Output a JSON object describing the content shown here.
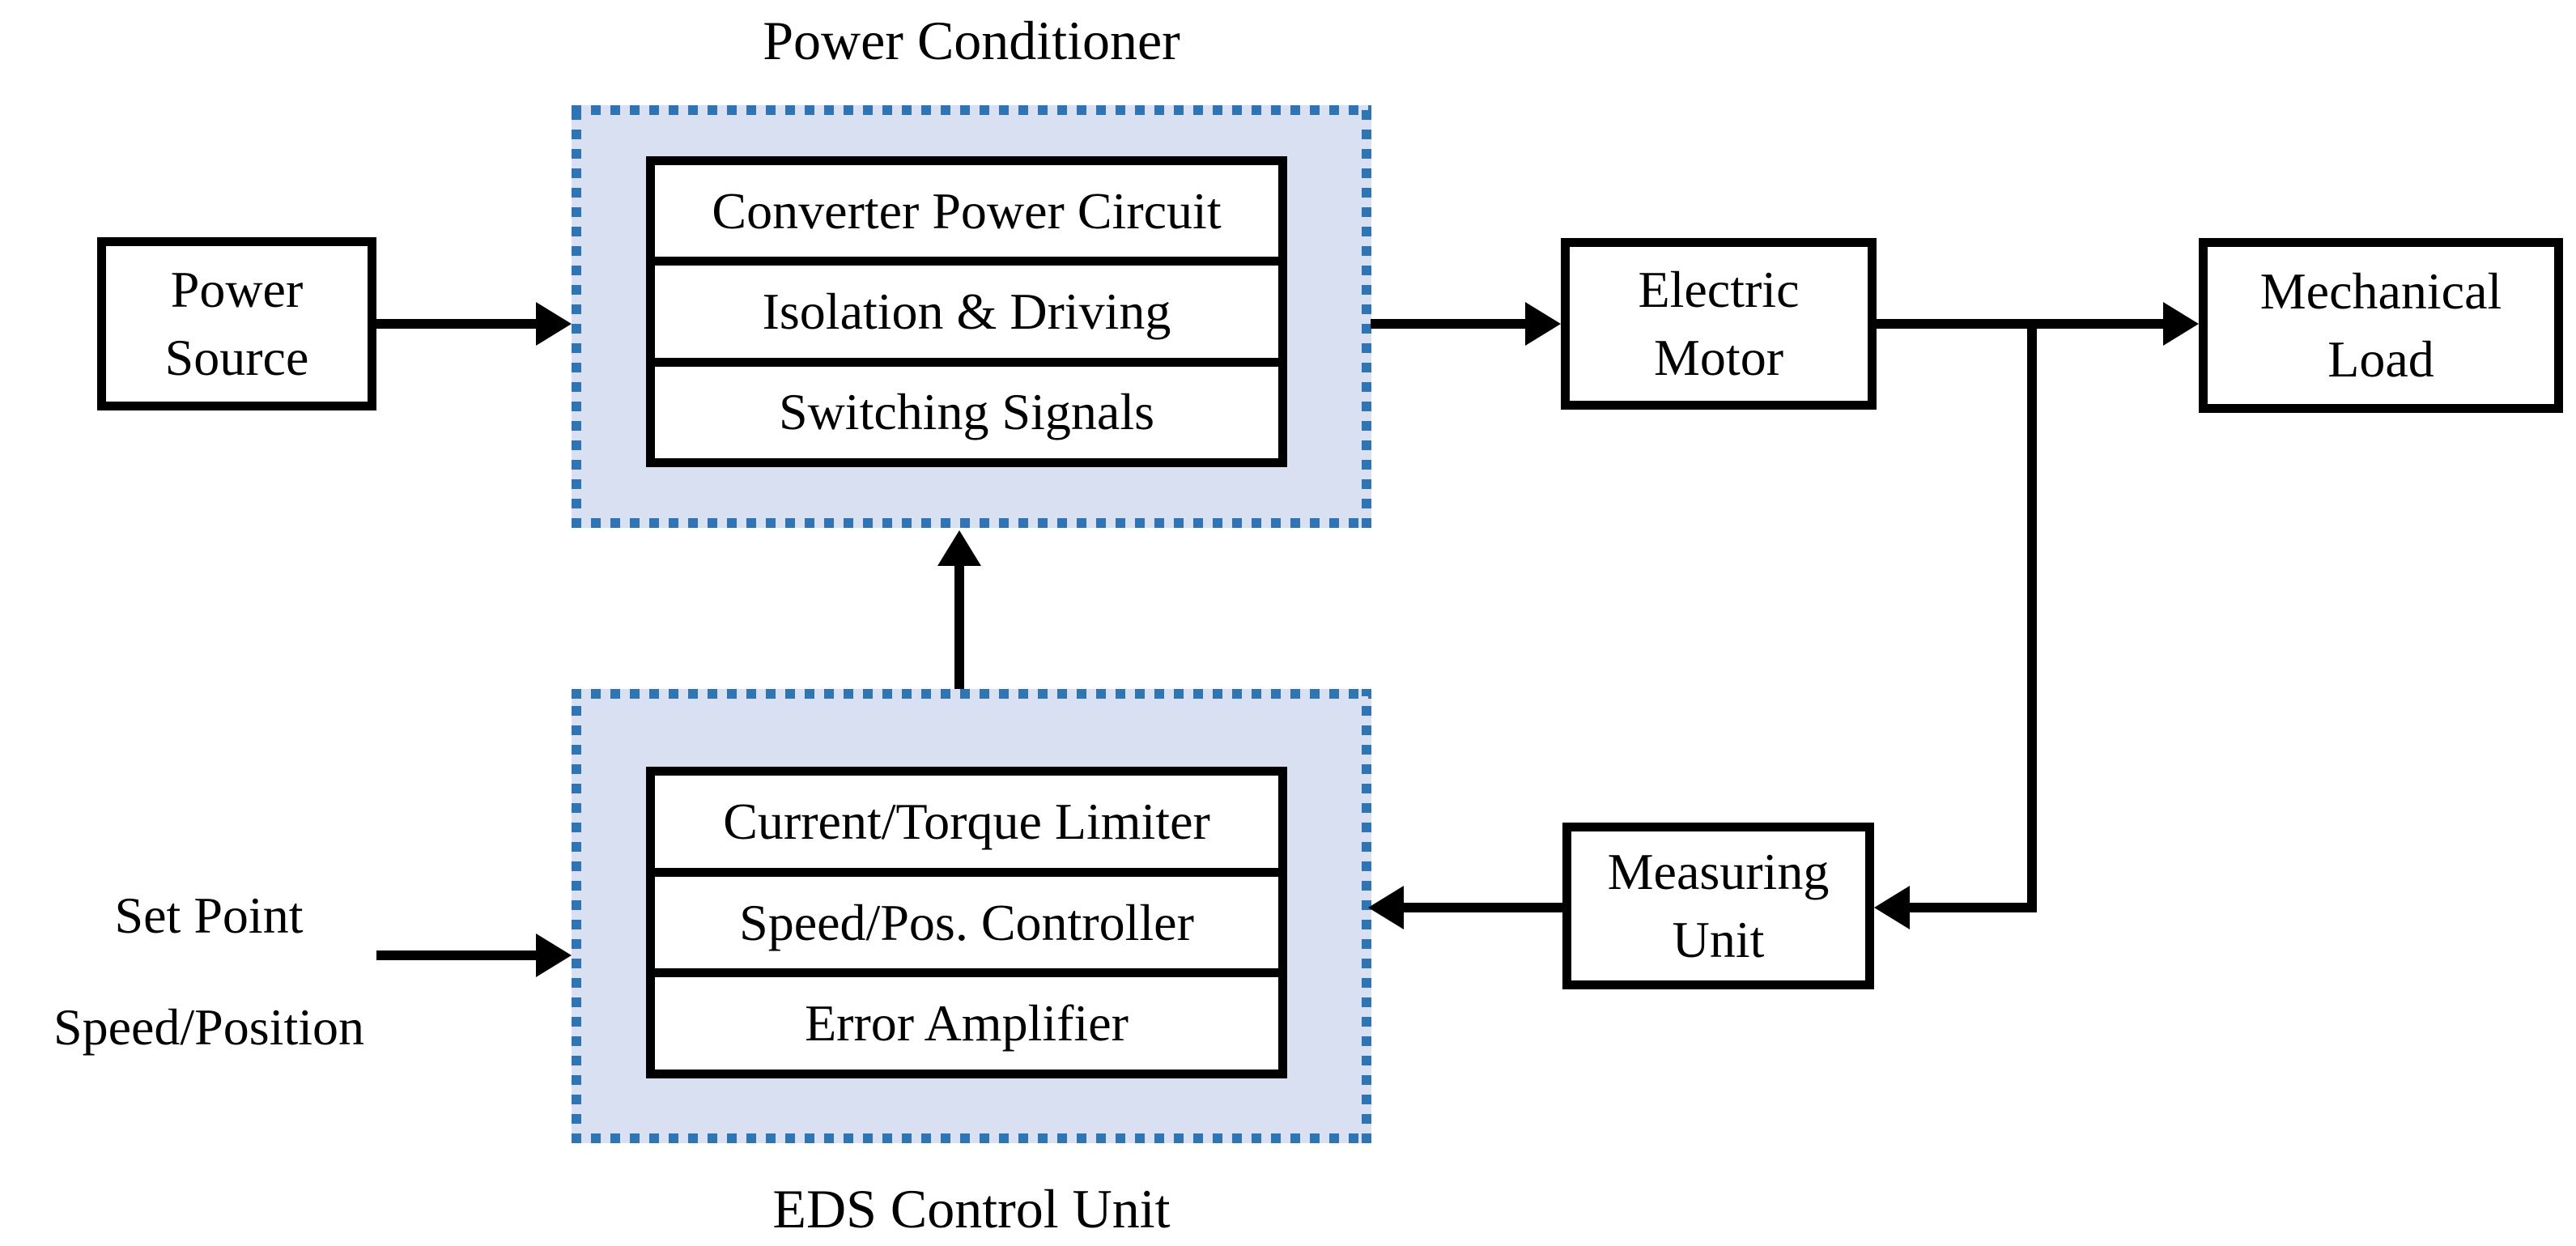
{
  "power_conditioner": {
    "title": "Power Conditioner",
    "modules": [
      "Converter Power Circuit",
      "Isolation & Driving",
      "Switching Signals"
    ]
  },
  "eds_control_unit": {
    "title": "EDS Control Unit",
    "modules": [
      "Current/Torque Limiter",
      "Speed/Pos. Controller",
      "Error Amplifier"
    ]
  },
  "boxes": {
    "power_source": {
      "lines": [
        "Power",
        "Source"
      ]
    },
    "electric_motor": {
      "lines": [
        "Electric",
        "Motor"
      ]
    },
    "mechanical_load": {
      "lines": [
        "Mechanical",
        "Load"
      ]
    },
    "measuring_unit": {
      "lines": [
        "Measuring",
        "Unit"
      ]
    }
  },
  "inputs": {
    "set_point": {
      "lines": [
        "Set Point",
        "Speed/Position"
      ]
    }
  },
  "colors": {
    "group_fill": "#D8E0F1",
    "group_border": "#2E75B6",
    "line": "#000000",
    "text": "#000000",
    "background": "#FFFFFF"
  }
}
